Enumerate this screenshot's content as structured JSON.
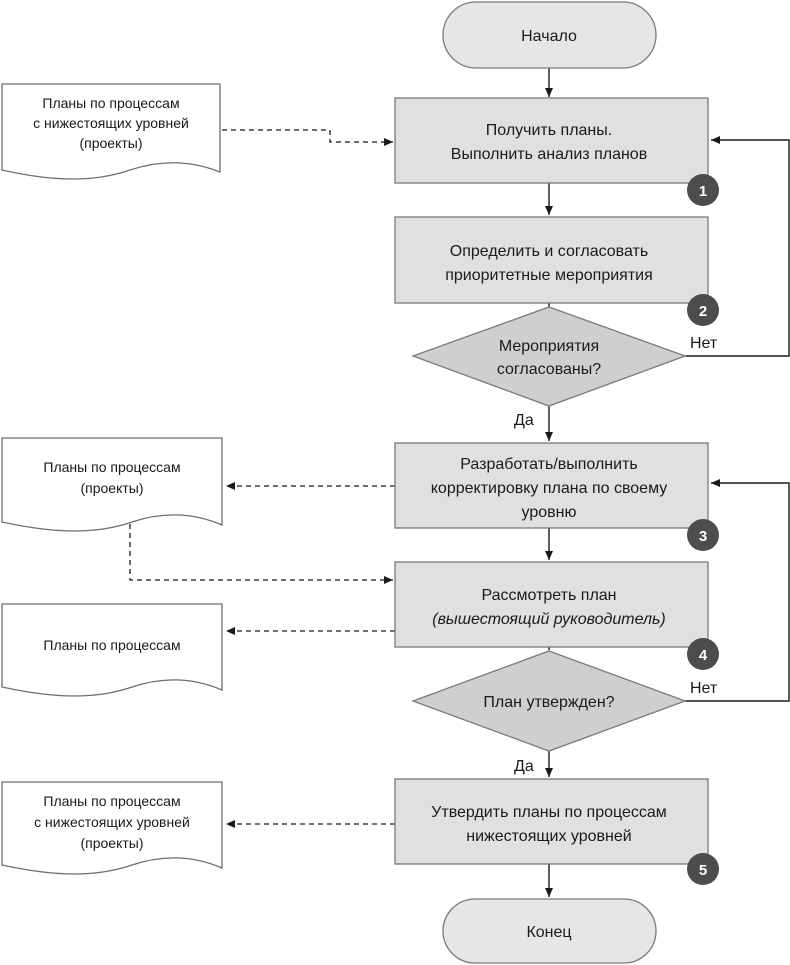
{
  "colors": {
    "process_fill": "#e0e0e0",
    "decision_fill": "#cfcfcf",
    "terminal_fill": "#e6e6e6",
    "stroke": "#7a7a7a",
    "badge_fill": "#4d4d4d"
  },
  "terminals": {
    "start": "Начало",
    "end": "Конец"
  },
  "steps": [
    {
      "number": "1",
      "lines": [
        "Получить планы.",
        "Выполнить анализ планов"
      ]
    },
    {
      "number": "2",
      "lines": [
        "Определить и согласовать",
        "приоритетные мероприятия"
      ]
    },
    {
      "number": "3",
      "lines": [
        "Разработать/выполнить",
        "корректировку плана по своему",
        "уровню"
      ]
    },
    {
      "number": "4",
      "lines": [
        "Рассмотреть план"
      ],
      "italic_line": "(вышестоящий руководитель)"
    },
    {
      "number": "5",
      "lines": [
        "Утвердить планы по процессам",
        "нижестоящих уровней"
      ]
    }
  ],
  "decisions": [
    {
      "lines": [
        "Мероприятия",
        "согласованы?"
      ],
      "yes": "Да",
      "no": "Нет"
    },
    {
      "lines": [
        "План утвержден?"
      ],
      "yes": "Да",
      "no": "Нет"
    }
  ],
  "documents": [
    {
      "lines": [
        "Планы по процессам",
        "с нижестоящих уровней",
        "(проекты)"
      ]
    },
    {
      "lines": [
        "Планы по процессам",
        "(проекты)"
      ]
    },
    {
      "lines": [
        "Планы по процессам"
      ]
    },
    {
      "lines": [
        "Планы по процессам",
        "с нижестоящих уровней",
        "(проекты)"
      ]
    }
  ]
}
